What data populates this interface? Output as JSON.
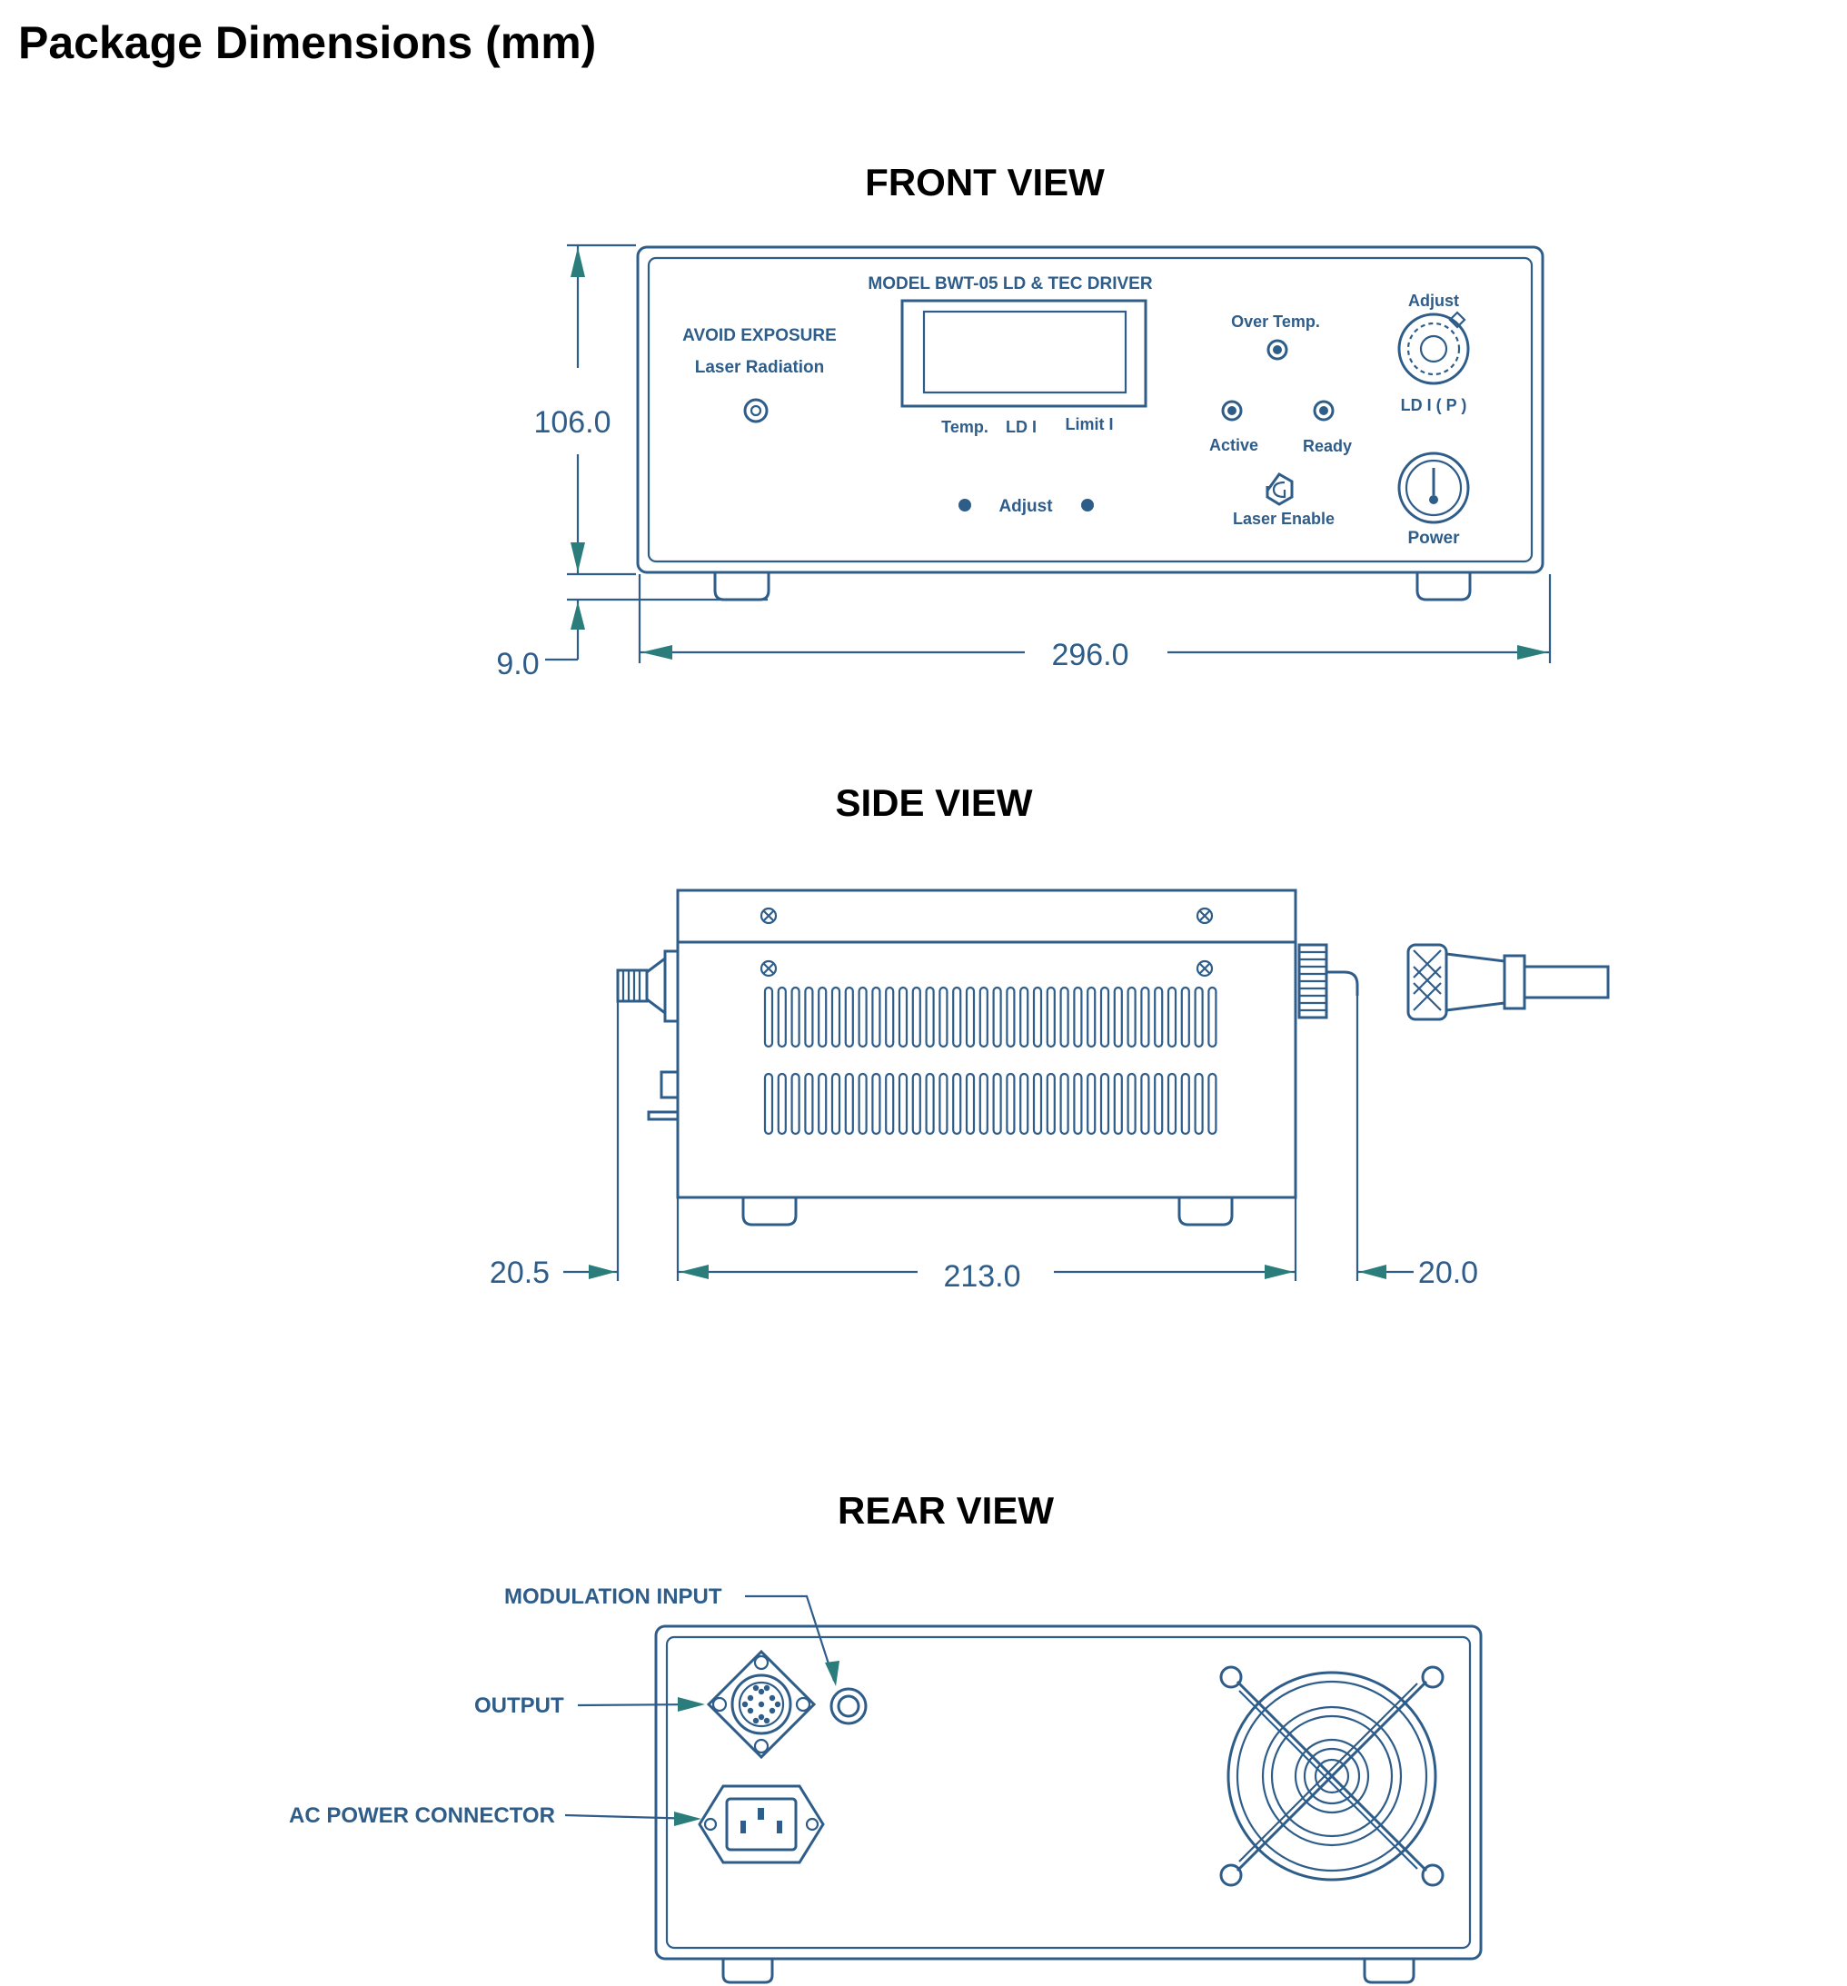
{
  "page": {
    "title": "Package Dimensions (mm)"
  },
  "views": {
    "front": {
      "title": "FRONT VIEW",
      "model": "MODEL BWT-05 LD & TEC DRIVER",
      "warning_line1": "AVOID EXPOSURE",
      "warning_line2": "Laser Radiation",
      "display_labels": {
        "temp": "Temp.",
        "ld": "LD I",
        "limit": "Limit I"
      },
      "adjust_label": "Adjust",
      "over_temp": "Over Temp.",
      "active": "Active",
      "ready": "Ready",
      "laser_enable": "Laser Enable",
      "knob_adjust": "Adjust",
      "knob_ldi": "LD I ( P )",
      "power": "Power",
      "dims": {
        "height": "106.0",
        "foot": "9.0",
        "width": "296.0"
      }
    },
    "side": {
      "title": "SIDE VIEW",
      "dims": {
        "front_protrusion": "20.5",
        "depth": "213.0",
        "rear_protrusion": "20.0"
      }
    },
    "rear": {
      "title": "REAR VIEW",
      "modulation_input": "MODULATION INPUT",
      "output": "OUTPUT",
      "ac_power": "AC POWER CONNECTOR"
    }
  },
  "colors": {
    "line": "#2f5d8a",
    "arrow": "#2a7d7a",
    "title": "#000000"
  }
}
